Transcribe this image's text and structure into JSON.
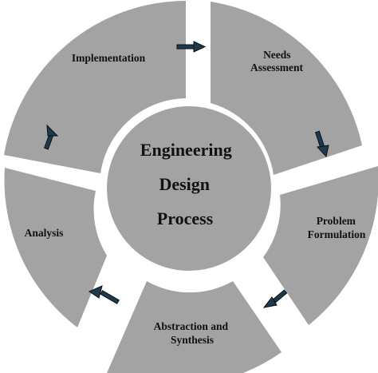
{
  "center": {
    "lines": [
      "Engineering",
      "Design",
      "Process"
    ],
    "color": "#a3a3a3"
  },
  "stages": [
    {
      "id": "implementation",
      "lines": [
        "Implementation"
      ]
    },
    {
      "id": "needs-assessment",
      "lines": [
        "Needs",
        "Assessment"
      ]
    },
    {
      "id": "problem-formulation",
      "lines": [
        "Problem",
        "Formulation"
      ]
    },
    {
      "id": "abstraction-synthesis",
      "lines": [
        "Abstraction and",
        "Synthesis"
      ]
    },
    {
      "id": "analysis",
      "lines": [
        "Analysis"
      ]
    }
  ],
  "colors": {
    "segment_fill": "#a3a3a3",
    "arrow_fill": "#1f3a4d",
    "text": "#111111"
  }
}
